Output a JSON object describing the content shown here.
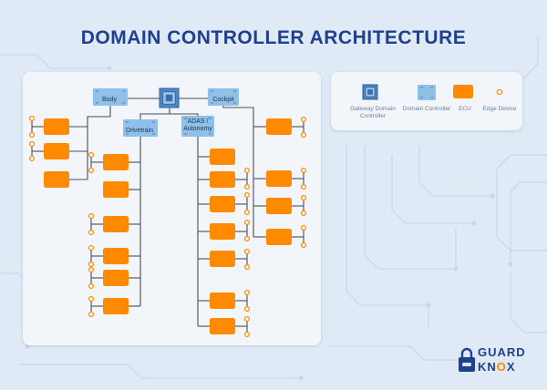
{
  "title": "DOMAIN CONTROLLER ARCHITECTURE",
  "domains": {
    "body": "Body",
    "cockpit": "Cockpit",
    "drivetrain": "Drivetrain",
    "adas_line1": "ADAS /",
    "adas_line2": "Autonomy"
  },
  "legend": {
    "gateway": "Gateway Domain Controller",
    "domain": "Domain Controller",
    "ecu": "ECU",
    "edge": "Edge Device"
  },
  "brand": {
    "word1": "GUARD",
    "word2_prefix": "KN",
    "word2_highlight": "O",
    "word2_suffix": "X"
  },
  "colors": {
    "title": "#1f3f8f",
    "ecu": "#ff8a00",
    "domain_controller": "#8fc0ea",
    "gateway": "#4a88c7",
    "line": "#4a4f57",
    "edge": "#ff8a00"
  }
}
